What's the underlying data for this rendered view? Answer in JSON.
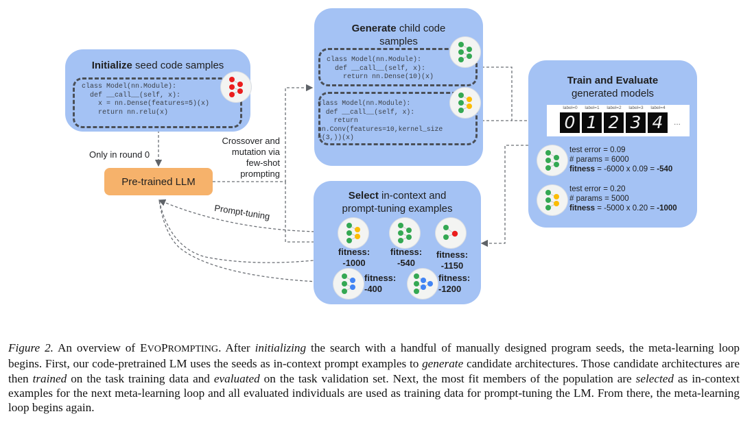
{
  "figure": {
    "panels": {
      "initialize": {
        "title_bold": "Initialize",
        "title_rest": " seed code samples",
        "code": "class Model(nn.Module):\n  def __call__(self, x):\n    x = nn.Dense(features=5)(x)\n    return nn.relu(x)",
        "icon": "red-network-icon"
      },
      "generate": {
        "title_bold": "Generate",
        "title_rest": " child code",
        "title_line2": "samples",
        "code_1": "class Model(nn.Module):\n  def __call__(self, x):\n    return nn.Dense(10)(x)",
        "code_2": "class Model(nn.Module):\n  def __call__(self, x):\n    return\nnn.Conv(features=10,kernel_size\n=(3,))(x)"
      },
      "train": {
        "title_bold": "Train and Evaluate",
        "title_line2": "generated models",
        "mnist_labels": [
          "label=0",
          "label=1",
          "label=2",
          "label=3",
          "label=4"
        ],
        "mnist_digits": [
          "0",
          "1",
          "2",
          "3",
          "4"
        ],
        "mnist_more": "...",
        "models": [
          {
            "test_error": "test error = 0.09",
            "params": "# params = 6000",
            "fitness_label": "fitness",
            "fitness_expr": " = -6000 x 0.09 = ",
            "fitness_value": "-540"
          },
          {
            "test_error": "test error = 0.20",
            "params": "# params = 5000",
            "fitness_label": "fitness",
            "fitness_expr": " = -5000 x 0.20 = ",
            "fitness_value": "-1000"
          }
        ]
      },
      "select": {
        "title_bold": "Select",
        "title_rest": " in-context and",
        "title_line2": "prompt-tuning examples",
        "candidates": [
          {
            "label": "fitness:",
            "value": "-1000"
          },
          {
            "label": "fitness:",
            "value": "-540"
          },
          {
            "label": "fitness:",
            "value": "-1150"
          },
          {
            "label": "fitness:",
            "value": "-400"
          },
          {
            "label": "fitness:",
            "value": "-1200"
          }
        ]
      }
    },
    "llm": "Pre-trained LLM",
    "edge_labels": {
      "round0": "Only in round 0",
      "crossover": [
        "Crossover and",
        "mutation via",
        "few-shot",
        "prompting"
      ],
      "prompt_tuning": "Prompt-tuning"
    },
    "colors": {
      "panel": "#a4c2f4",
      "llm": "#f6b26b",
      "node_green": "#34a853",
      "node_red": "#ea1d1d",
      "node_yellow": "#fbbc04",
      "node_blue": "#4285f4"
    }
  },
  "caption": {
    "fig_label": "Figure 2.",
    "t1": " An overview of ",
    "name_big1": "E",
    "name_small1": "vo",
    "name_big2": "P",
    "name_small2": "rompting",
    "t2": ".  After ",
    "i1": "initializing",
    "t3": " the search with a handful of manually designed program seeds, the meta-learning loop begins. First, our code-pretrained LM uses the seeds as in-context prompt examples to ",
    "i2": "generate",
    "t4": " candidate architectures. Those candidate architectures are then ",
    "i3": "trained",
    "t5": " on the task training data and ",
    "i4": "evaluated",
    "t6": " on the task validation set. Next, the most fit members of the population are ",
    "i5": "selected",
    "t7": " as in-context examples for the next meta-learning loop and all evaluated individuals are used as training data for prompt-tuning the LM. From there, the meta-learning loop begins again."
  }
}
